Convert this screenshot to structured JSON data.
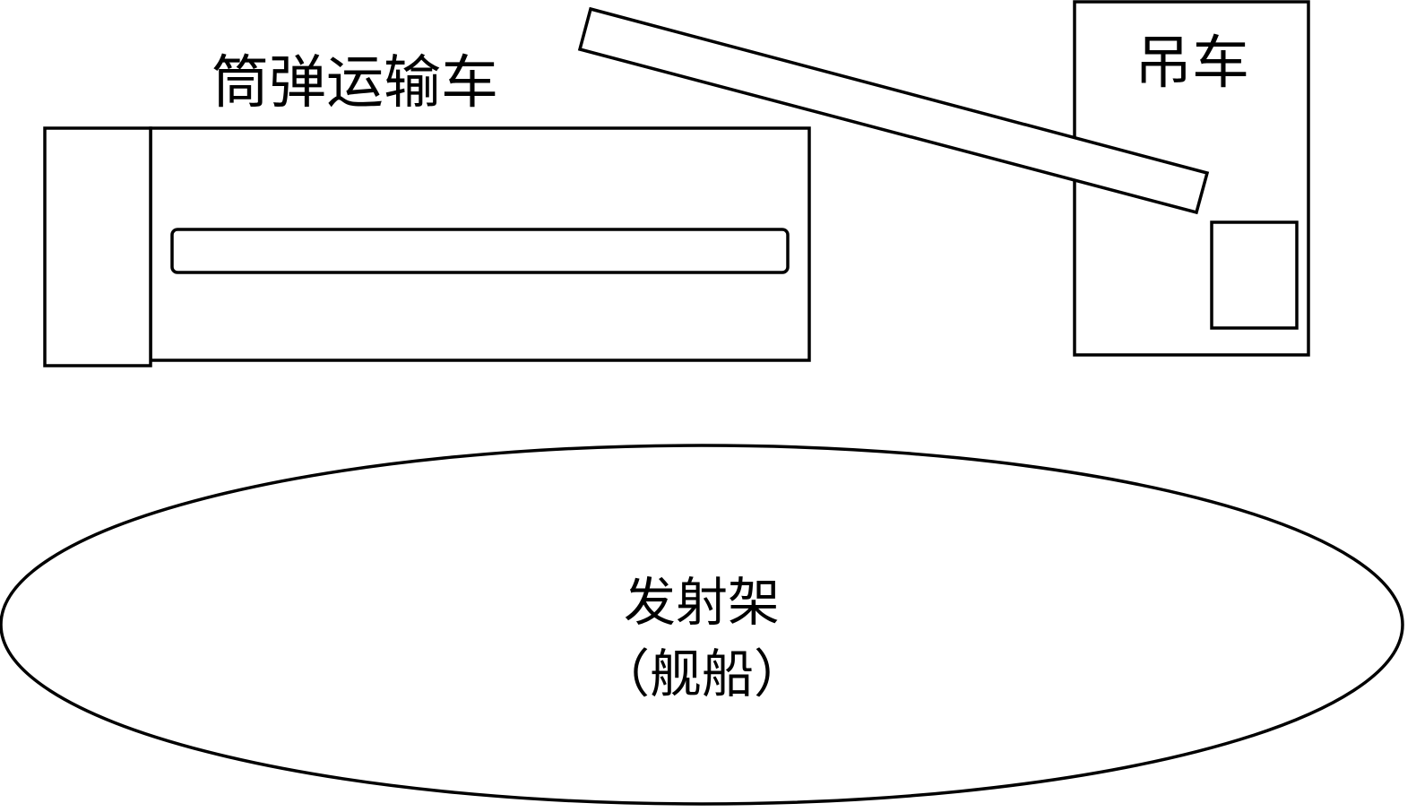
{
  "labels": {
    "transport_vehicle": "筒弹运输车",
    "crane": "吊车",
    "launcher_line1": "发射架",
    "launcher_line2": "（舰船）"
  }
}
